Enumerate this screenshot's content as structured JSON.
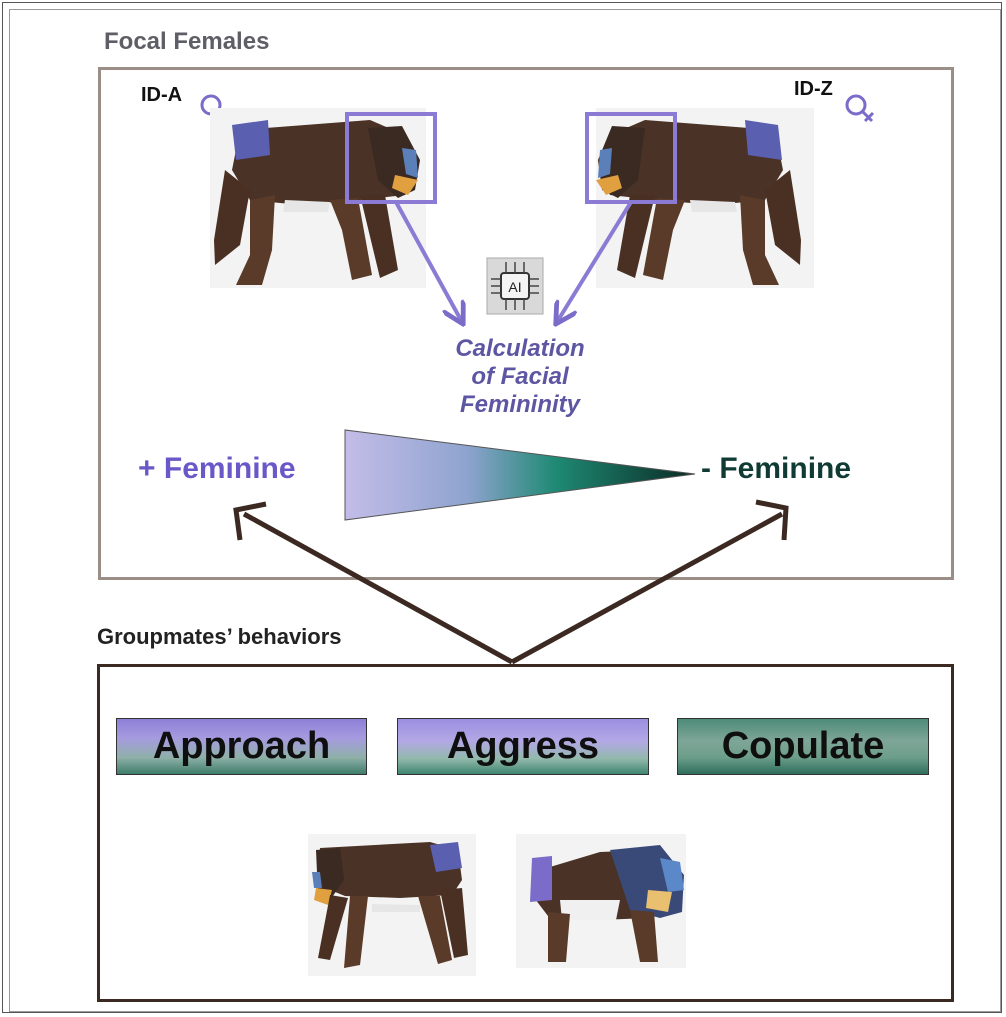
{
  "focal_section": {
    "title": "Focal Females",
    "id_a": "ID-A",
    "id_z": "ID-Z"
  },
  "ai_chip": {
    "label": "AI"
  },
  "calculation": {
    "line1": "Calculation",
    "line2": "of Facial",
    "line3": "Femininity"
  },
  "gradient_scale": {
    "plus_sign": "+",
    "plus_label": "Feminine",
    "minus_sign": "-",
    "minus_label": "Feminine",
    "high_color": "#b9b1e6",
    "low_color": "#0d5c4c"
  },
  "groupmates": {
    "title": "Groupmates’ behaviors",
    "behaviors": [
      {
        "label": "Approach"
      },
      {
        "label": "Aggress"
      },
      {
        "label": "Copulate"
      }
    ]
  },
  "colors": {
    "accent_purple": "#7a6cc8",
    "arrow_brown": "#3c2a22",
    "teal": "#103a34"
  }
}
